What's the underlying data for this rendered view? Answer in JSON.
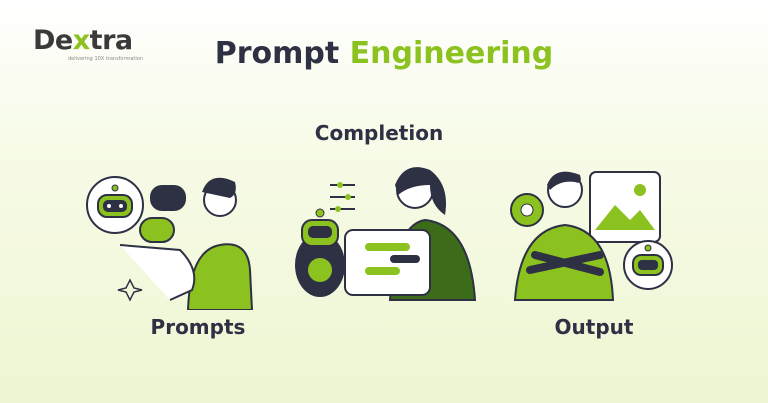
{
  "logo": {
    "part1": "De",
    "part2": "x",
    "part3": "tra",
    "tagline": "delivering 10X transformation"
  },
  "title": {
    "part1": "Prompt ",
    "part2": "Engineering"
  },
  "labels": {
    "completion": "Completion",
    "prompts": "Prompts",
    "output": "Output"
  },
  "colors": {
    "accent": "#8cc21f",
    "dark": "#2e3044"
  }
}
